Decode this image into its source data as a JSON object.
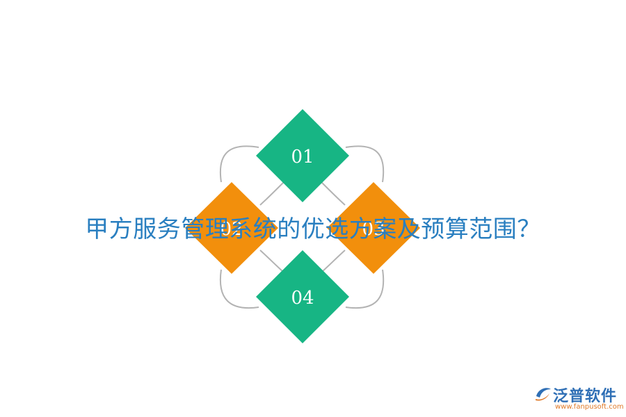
{
  "diagram": {
    "items": [
      {
        "label": "01",
        "color": "#17b584"
      },
      {
        "label": "02",
        "color": "#f28f0c"
      },
      {
        "label": "03",
        "color": "#f28f0c"
      },
      {
        "label": "04",
        "color": "#17b584"
      }
    ],
    "ring_color": "#b3b3b3"
  },
  "title": "甲方服务管理系统的优选方案及预算范围？",
  "title_color": "#2a7fc0",
  "logo": {
    "name": "泛普软件",
    "url": "www.fanpusoft.com"
  }
}
